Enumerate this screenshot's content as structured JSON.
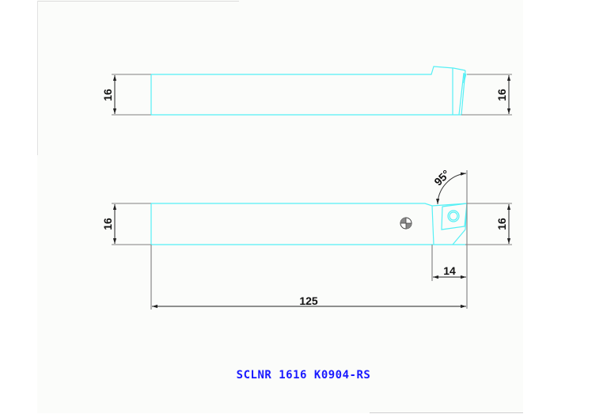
{
  "drawing": {
    "title": "SCLNR 1616 K0904-RS",
    "colors": {
      "outline": "#55f0f5",
      "dimension": "#333333",
      "caption": "#1a1aff",
      "background": "#fbfcfa"
    },
    "top_view": {
      "left_height_dim": "16",
      "right_height_dim": "16"
    },
    "side_view": {
      "left_height_dim": "16",
      "right_height_dim": "16",
      "angle_dim": "95°",
      "insert_length_dim": "14",
      "overall_length_dim": "125",
      "center_mark_icon": "center-of-gravity-symbol"
    }
  }
}
